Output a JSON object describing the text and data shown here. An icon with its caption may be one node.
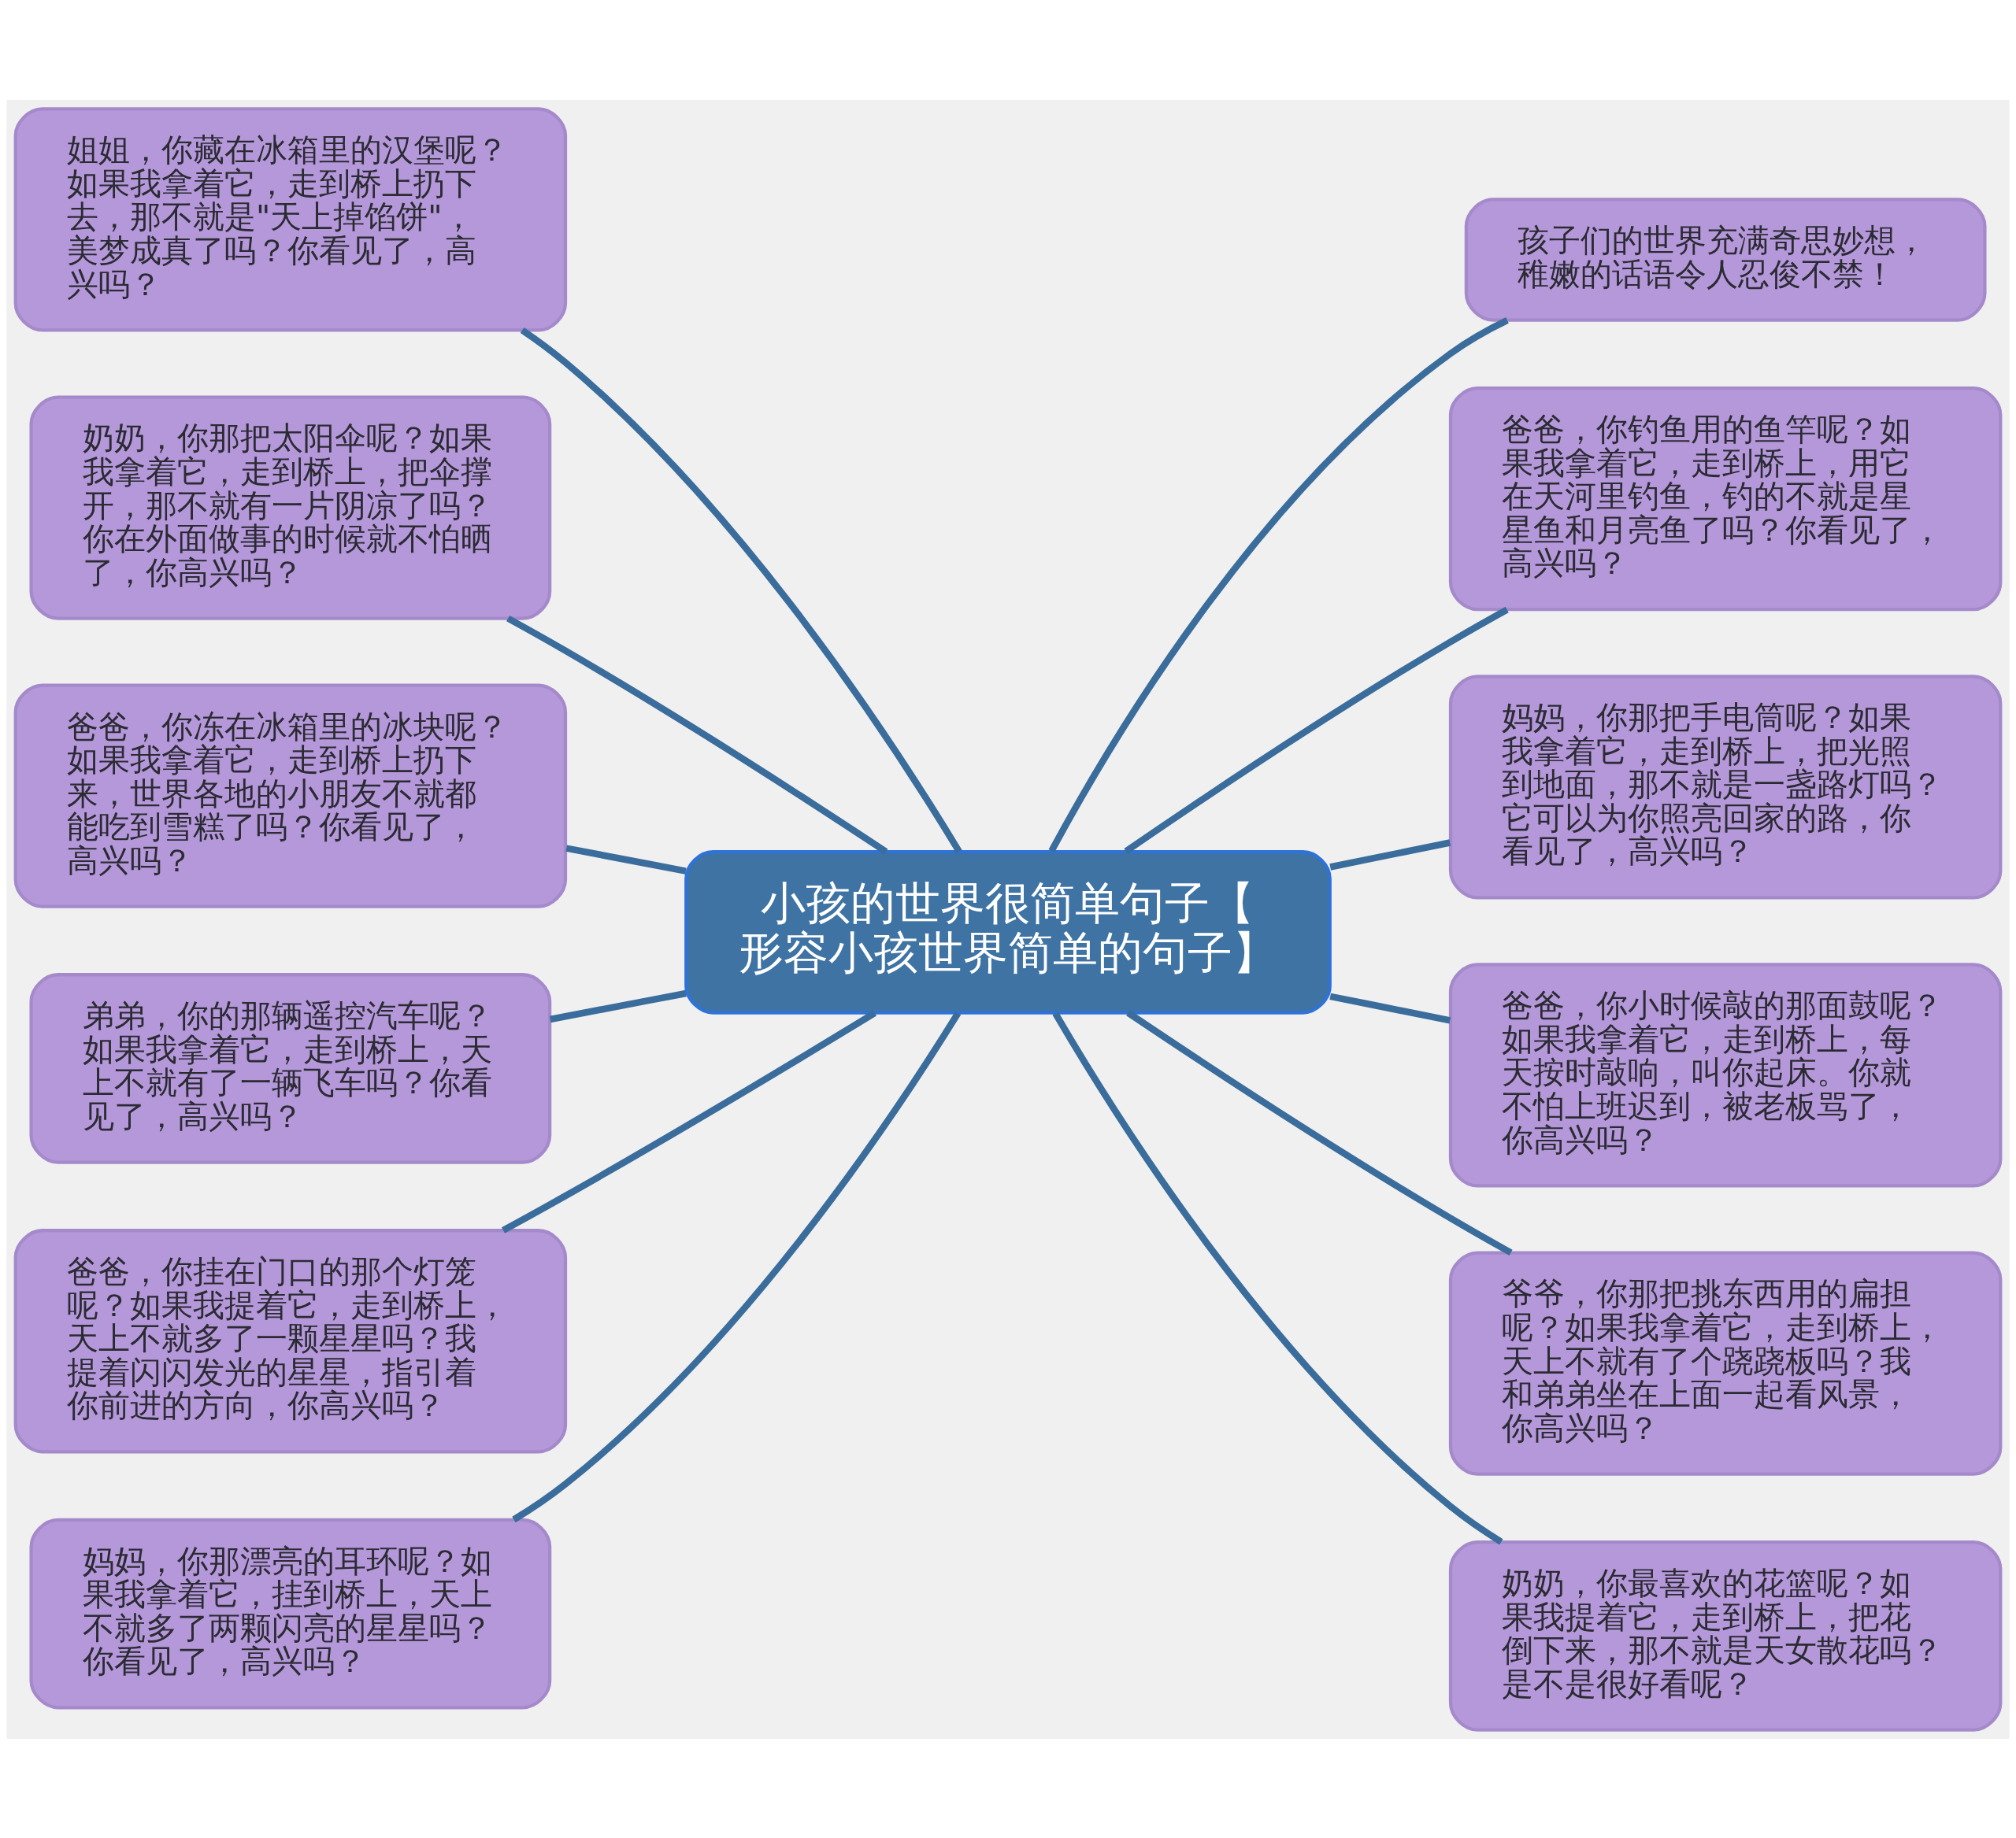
{
  "diagram": {
    "nodes": [
      {
        "text": [
          "小孩的世界很简单句子【形容小孩世界简单的句子】"
        ]
      },
      {
        "text": [
          "姐姐，你藏在冰箱里的汉堡呢？如果我拿着它，走到桥上扔下去，那不就是\"天上掉馅饼\"，美梦成真了吗？你看见了，高兴吗？"
        ]
      },
      {
        "text": [
          "奶奶，你那把太阳伞呢？如果我拿着它，走到桥上，把伞撑开，那不就有一片阴凉了吗？你在外面做事的时候就不怕晒了，你高兴吗？"
        ]
      },
      {
        "text": [
          "爸爸，你冻在冰箱里的冰块呢？如果我拿着它，走到桥上扔下来，世界各地的小朋友不就都能吃到雪糕了吗？你看见了，高兴吗？"
        ]
      },
      {
        "text": [
          "弟弟，你的那辆遥控汽车呢？如果我拿着它，走到桥上，天上不就有了一辆飞车吗？你看见了，高兴吗？"
        ]
      },
      {
        "text": [
          "爸爸，你挂在门口的那个灯笼呢？如果我提着它，走到桥上，天上不就多了一颗星星吗？我提着闪闪发光的星星，指引着你前进的方向，你高兴吗？"
        ]
      },
      {
        "text": [
          "妈妈，你那漂亮的耳环呢？如果我拿着它，挂到桥上，天上不就多了两颗闪亮的星星吗？你看见了，高兴吗？"
        ]
      },
      {
        "text": [
          "孩子们的世界充满奇思妙想，稚嫩的话语令人忍俊不禁！"
        ]
      },
      {
        "text": [
          "爸爸，你钓鱼用的鱼竿呢？如果我拿着它，走到桥上，用它在天河里钓鱼，钓的不就是星星鱼和月亮鱼了吗？你看见了，高兴吗？"
        ]
      },
      {
        "text": [
          "妈妈，你那把手电筒呢？如果我拿着它，走到桥上，把光照到地面，那不就是一盏路灯吗？它可以为你照亮回家的路，你看见了，高兴吗？"
        ]
      },
      {
        "text": [
          "爸爸，你小时候敲的那面鼓呢？如果我拿着它，走到桥上，每天按时敲响，叫你起床。你就不怕上班迟到，被老板骂了，你高兴吗？"
        ]
      },
      {
        "text": [
          "爷爷，你那把挑东西用的扁担呢？如果我拿着它，走到桥上，天上不就有了个跷跷板吗？我和弟弟坐在上面一起看风景，你高兴吗？"
        ]
      },
      {
        "text": [
          "奶奶，你最喜欢的花篮呢？如果我提着它，走到桥上，把花倒下来，那不就是天女散花吗？是不是很好看呢？"
        ]
      }
    ],
    "edges": [
      {
        "from": 1,
        "to": 0,
        "arrow": "none"
      },
      {
        "from": 2,
        "to": 0,
        "arrow": "none"
      },
      {
        "from": 3,
        "to": 0,
        "arrow": "none"
      },
      {
        "from": 4,
        "to": 0,
        "arrow": "none"
      },
      {
        "from": 5,
        "to": 0,
        "arrow": "none"
      },
      {
        "from": 6,
        "to": 0,
        "arrow": "none"
      },
      {
        "from": 0,
        "to": 7,
        "arrow": "none"
      },
      {
        "from": 0,
        "to": 8,
        "arrow": "none"
      },
      {
        "from": 0,
        "to": 9,
        "arrow": "none"
      },
      {
        "from": 0,
        "to": 10,
        "arrow": "none"
      },
      {
        "from": 0,
        "to": 11,
        "arrow": "none"
      },
      {
        "from": 0,
        "to": 12,
        "arrow": "none"
      }
    ]
  }
}
